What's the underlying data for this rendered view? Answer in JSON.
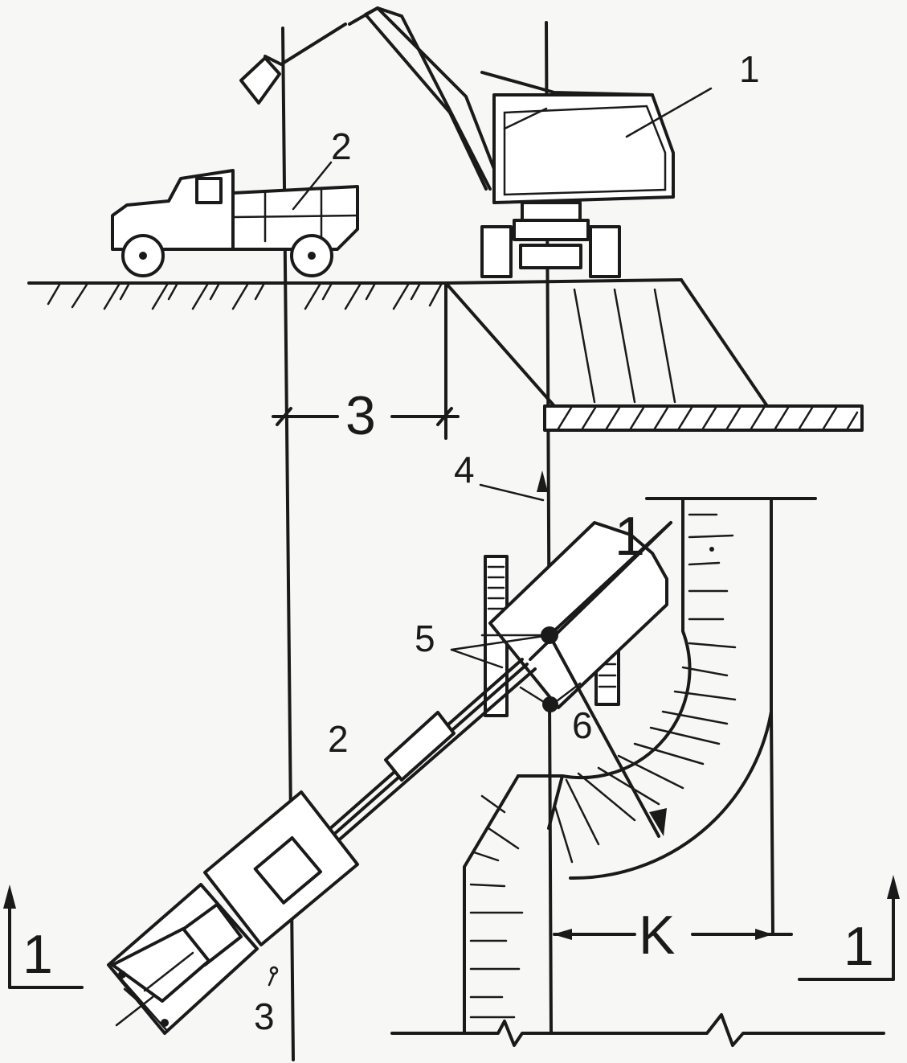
{
  "labels": {
    "excavator_top": "1",
    "truck_top": "2",
    "dimension": "3",
    "axis_arrow": "4",
    "pivot": "5",
    "path": "6",
    "excavator_plan": "1",
    "truck_plan": "2",
    "truck_plan_3": "3",
    "k_dimension": "K",
    "section_left": "1",
    "section_right": "1"
  }
}
